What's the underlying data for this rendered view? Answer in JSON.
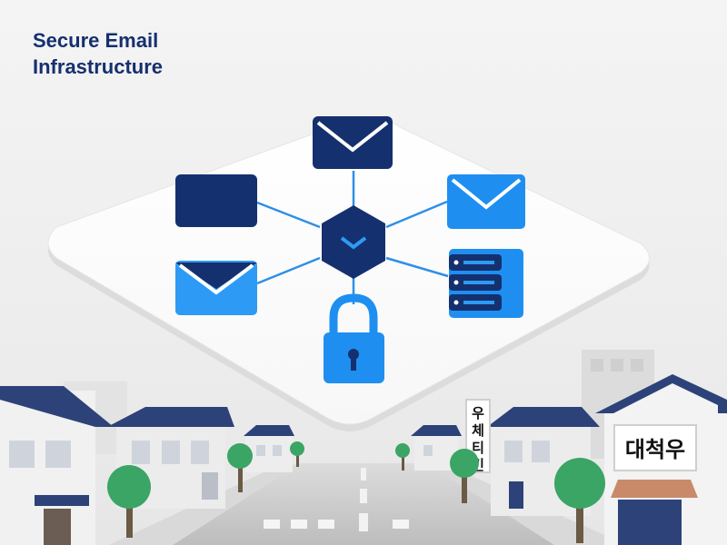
{
  "title": {
    "line1": "Secure Email",
    "line2": "Infrastructure"
  },
  "signs": {
    "vertical": "우체티킨",
    "shop": "대척우"
  },
  "colors": {
    "navy": "#15306e",
    "blue": "#1e8ff0",
    "light_blue": "#2d9bf5",
    "line_blue": "#2f8fe6",
    "platform": "#ffffff",
    "roof": "#2c4278",
    "tree": "#3aa564",
    "road": "#c9c9c9"
  },
  "icons": [
    "mail-icon",
    "folder-icon",
    "hub-icon",
    "server-icon",
    "padlock-icon"
  ]
}
